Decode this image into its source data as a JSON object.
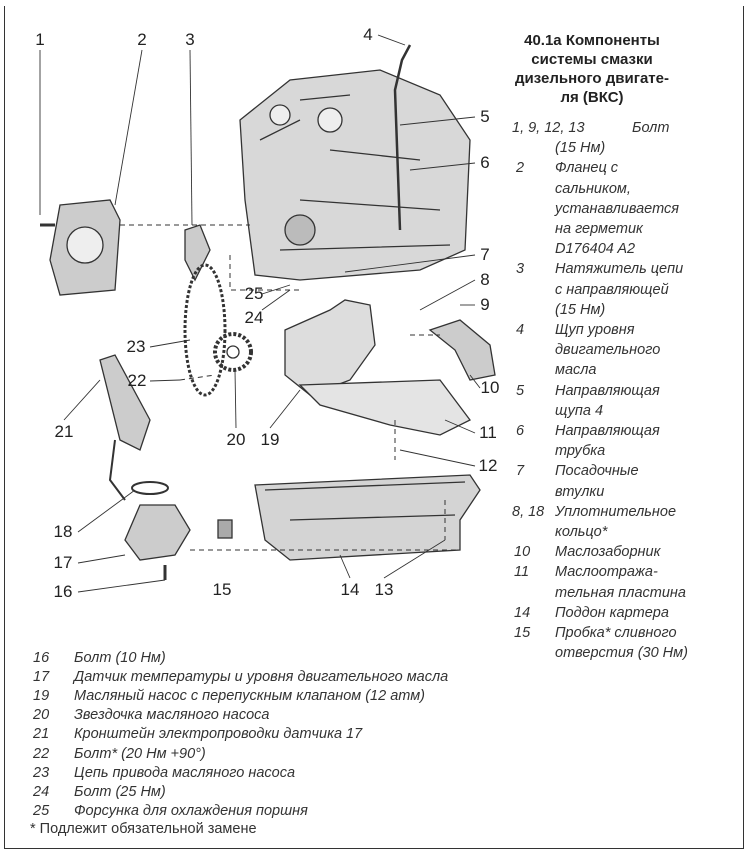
{
  "title": "40.1a Компоненты\nсистемы смазки\nдизельного двигате-\nля (ВКС)",
  "callouts": [
    "1",
    "2",
    "3",
    "4",
    "5",
    "6",
    "7",
    "8",
    "9",
    "10",
    "11",
    "12",
    "13",
    "14",
    "15",
    "16",
    "17",
    "18",
    "19",
    "20",
    "21",
    "22",
    "23",
    "24",
    "25"
  ],
  "right_legend": [
    {
      "num": "1, 9, 12, 13",
      "lines": [
        "Болт",
        "(15 Нм)"
      ]
    },
    {
      "num": "2",
      "lines": [
        "Фланец с",
        "сальником,",
        "устанавливается",
        "на герметик",
        "D176404 A2"
      ]
    },
    {
      "num": "3",
      "lines": [
        "Натяжитель цепи",
        "с направляющей",
        "(15 Нм)"
      ]
    },
    {
      "num": "4",
      "lines": [
        "Щуп уровня",
        "двигательного",
        "масла"
      ]
    },
    {
      "num": "5",
      "lines": [
        "Направляющая",
        "щупа 4"
      ]
    },
    {
      "num": "6",
      "lines": [
        "Направляющая",
        "трубка"
      ]
    },
    {
      "num": "7",
      "lines": [
        "Посадочные",
        "втулки"
      ]
    },
    {
      "num": "8, 18",
      "lines": [
        "Уплотнительное",
        "кольцо*"
      ]
    },
    {
      "num": "10",
      "lines": [
        "Маслозаборник"
      ]
    },
    {
      "num": "11",
      "lines": [
        "Маслоотража-",
        "тельная пластина"
      ]
    },
    {
      "num": "14",
      "lines": [
        "Поддон картера"
      ]
    },
    {
      "num": "15",
      "lines": [
        "Пробка* сливного",
        "отверстия (30 Нм)"
      ]
    }
  ],
  "bottom_legend": [
    {
      "num": "16",
      "text": "Болт (10 Нм)"
    },
    {
      "num": "17",
      "text": "Датчик температуры и уровня двигательного масла"
    },
    {
      "num": "19",
      "text": "Масляный насос с перепускным клапаном (12 атм)"
    },
    {
      "num": "20",
      "text": "Звездочка масляного насоса"
    },
    {
      "num": "21",
      "text": "Кронштейн электропроводки датчика 17"
    },
    {
      "num": "22",
      "text": "Болт* (20 Нм +90°)"
    },
    {
      "num": "23",
      "text": "Цепь привода масляного насоса"
    },
    {
      "num": "24",
      "text": "Болт (25 Нм)"
    },
    {
      "num": "25",
      "text": "Форсунка для охлаждения поршня"
    }
  ],
  "footnote": "* Подлежит обязательной замене"
}
